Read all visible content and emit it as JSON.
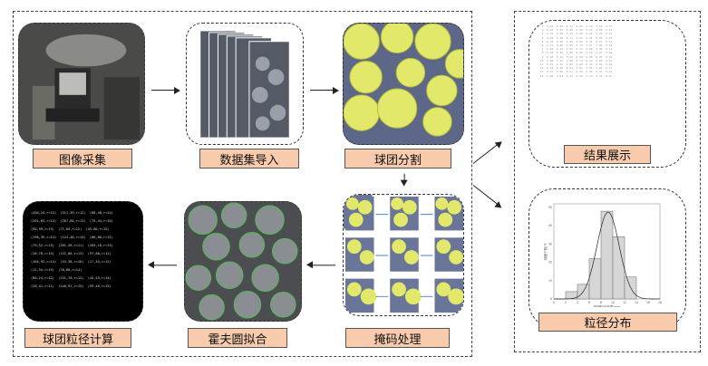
{
  "steps": {
    "capture": "图像采集",
    "import": "数据集导入",
    "segment": "球团分割",
    "mask": "掩码处理",
    "hough": "霍夫圆拟合",
    "compute": "球团粒径计算",
    "result": "结果展示",
    "distribution": "粒径分布"
  },
  "colors": {
    "label_bg": "#f8cbad",
    "pellet": "#e2e86a",
    "ball_gray": "#8a8d92"
  },
  "chart_data": {
    "type": "bar",
    "title": "",
    "xlabel": "球团粒径范围/mm",
    "ylabel": "球团个数/个",
    "bins": [
      [
        2,
        4
      ],
      [
        4,
        6
      ],
      [
        6,
        8
      ],
      [
        8,
        10
      ],
      [
        10,
        12
      ],
      [
        12,
        14
      ]
    ],
    "values": [
      4,
      8,
      22,
      48,
      34,
      12
    ],
    "xlim": [
      0,
      18
    ],
    "ylim": [
      0,
      52
    ],
    "xticks": [
      "0",
      "2",
      "4",
      "6",
      "8",
      "10",
      "12",
      "14",
      "16",
      "18"
    ],
    "yticks": [
      "0",
      "10",
      "20",
      "30",
      "40",
      "50"
    ],
    "fit_curve": "normal"
  }
}
